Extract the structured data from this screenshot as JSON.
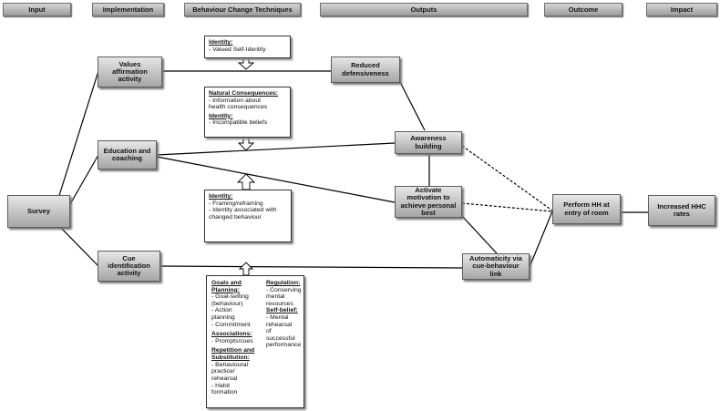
{
  "headers": {
    "input": "Input",
    "implementation": "Implementation",
    "bct": "Behaviour Change Techniques",
    "outputs": "Outputs",
    "outcome": "Outcome",
    "impact": "Impact"
  },
  "nodes": {
    "survey": "Survey",
    "values": "Values\naffirmation\nactivity",
    "education": "Education and\ncoaching",
    "cue": "Cue\nidentification\nactivity",
    "reduced": "Reduced\ndefensiveness",
    "awareness": "Awareness\nbuilding",
    "activate": "Activate\nmotivation to\nachieve personal\nbest",
    "automaticity": "Automaticity via\ncue-behaviour link",
    "perform": "Perform HH at\nentry of room",
    "increased": "Increased HHC\nrates"
  },
  "bct1": {
    "h1": "Identity:",
    "i1": "- Valued Self-Identity"
  },
  "bct2": {
    "h1": "Natural Consequences:",
    "i1": "- Information about\n  health consequences",
    "h2": "Identity:",
    "i2": "- Incompatible beliefs"
  },
  "bct3": {
    "h1": "Identity:",
    "i1": "- Framing/reframing",
    "i2": "- Identity associated with\n  changed behaviour"
  },
  "bct4": {
    "h_goals": "Goals and\nPlanning:",
    "i_goals": "- Goal-setting\n  (behaviour)\n- Action\n  planning\n- Commitment",
    "h_assoc": "Associations:",
    "i_assoc": "- Prompts/cues",
    "h_rep": "Repetition and\nSubstitution:",
    "i_rep": "- Behavioural\n  practice/\n  rehearsal\n- Habit\n  formation",
    "h_reg": "Regulation:",
    "i_reg": "- Conserving\n  mental\n  resources",
    "h_self": "Self-belief:",
    "i_self": "- Mental\n  rehearsal\n  of\n  successful\n  performance"
  },
  "colors": {
    "node_top": "#e6e6e6",
    "node_bottom": "#a6a6a6",
    "line": "#000000"
  }
}
